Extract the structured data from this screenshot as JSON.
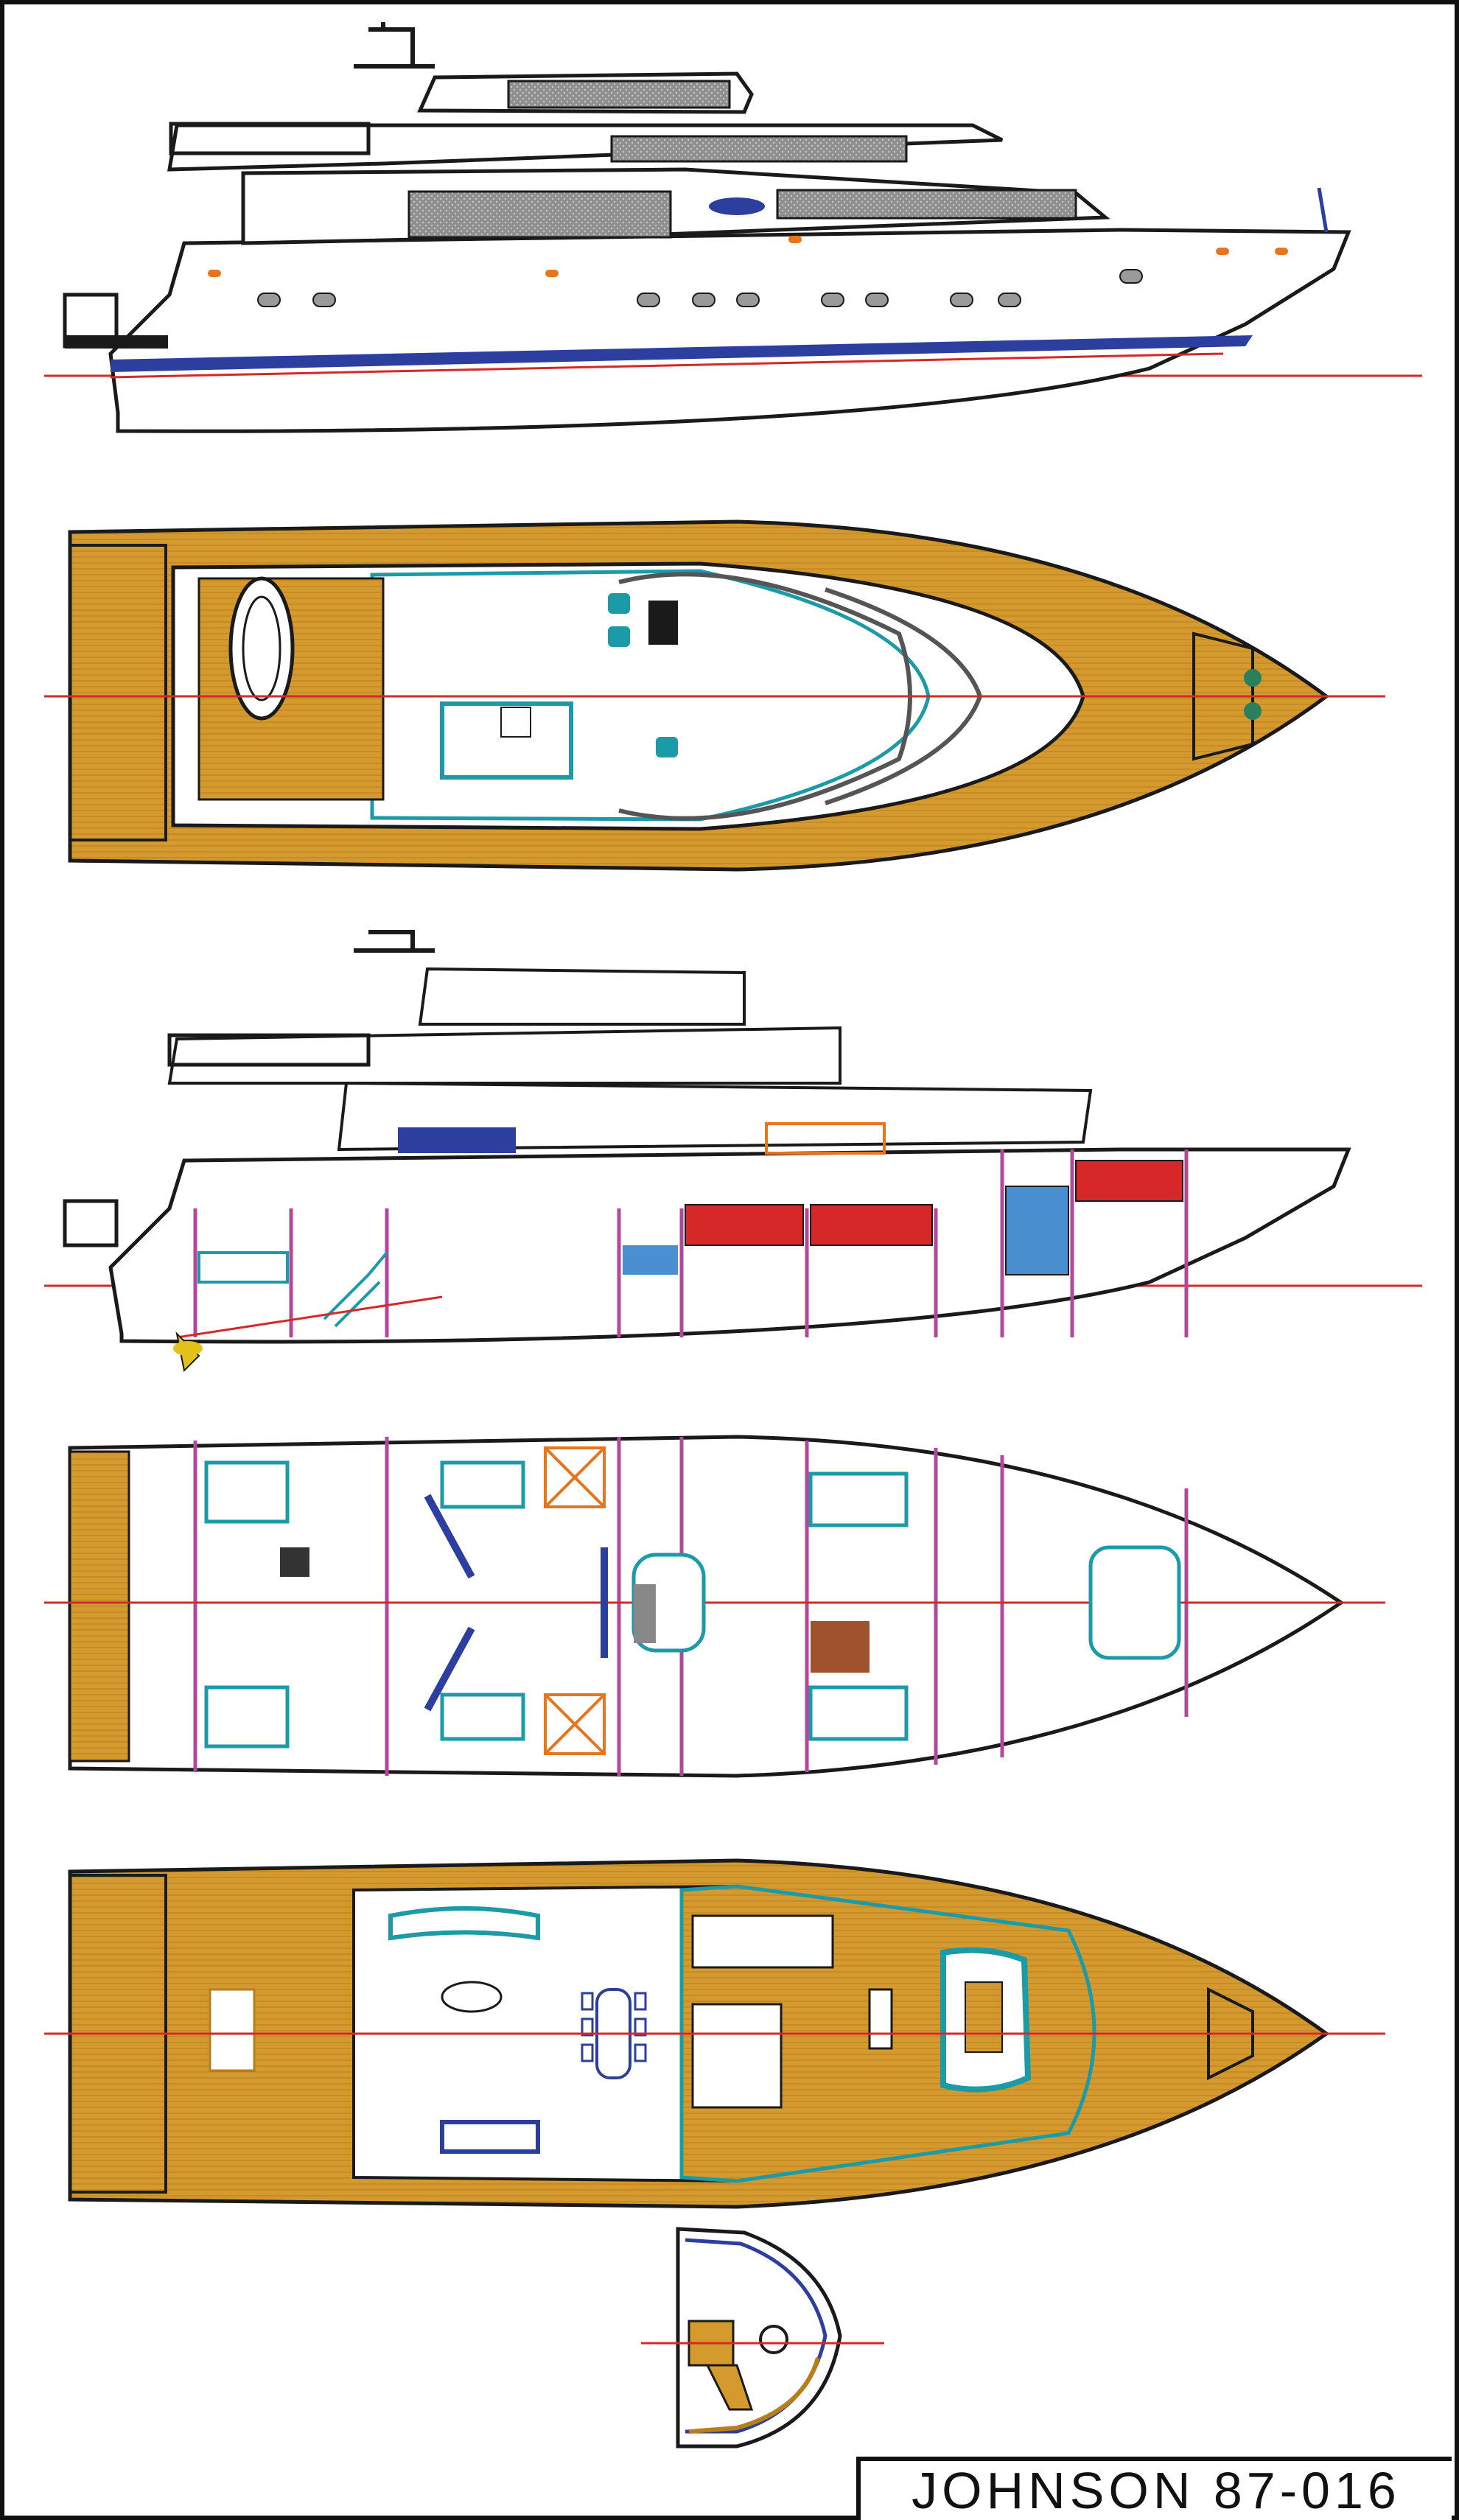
{
  "drawing": {
    "title_block": "JOHNSON 87-016"
  },
  "colors": {
    "teak": "#d59a2e",
    "teak_dark": "#b97e1c",
    "hull_line": "#1a1a1a",
    "centerline": "#d62828",
    "bulkhead": "#b2479c",
    "furniture_teal": "#1b9aa8",
    "furniture_blue": "#2c3f9e",
    "accent_orange": "#e6751f",
    "glass": "#9a9a9a"
  },
  "views": [
    {
      "id": "profile-exterior",
      "kind": "exterior profile"
    },
    {
      "id": "plan-flybridge",
      "kind": "flybridge deck plan"
    },
    {
      "id": "profile-inboard",
      "kind": "inboard profile"
    },
    {
      "id": "plan-lower-deck",
      "kind": "accommodation deck plan"
    },
    {
      "id": "plan-main-deck",
      "kind": "main deck plan"
    },
    {
      "id": "plan-pilothouse",
      "kind": "pilothouse detail"
    }
  ]
}
